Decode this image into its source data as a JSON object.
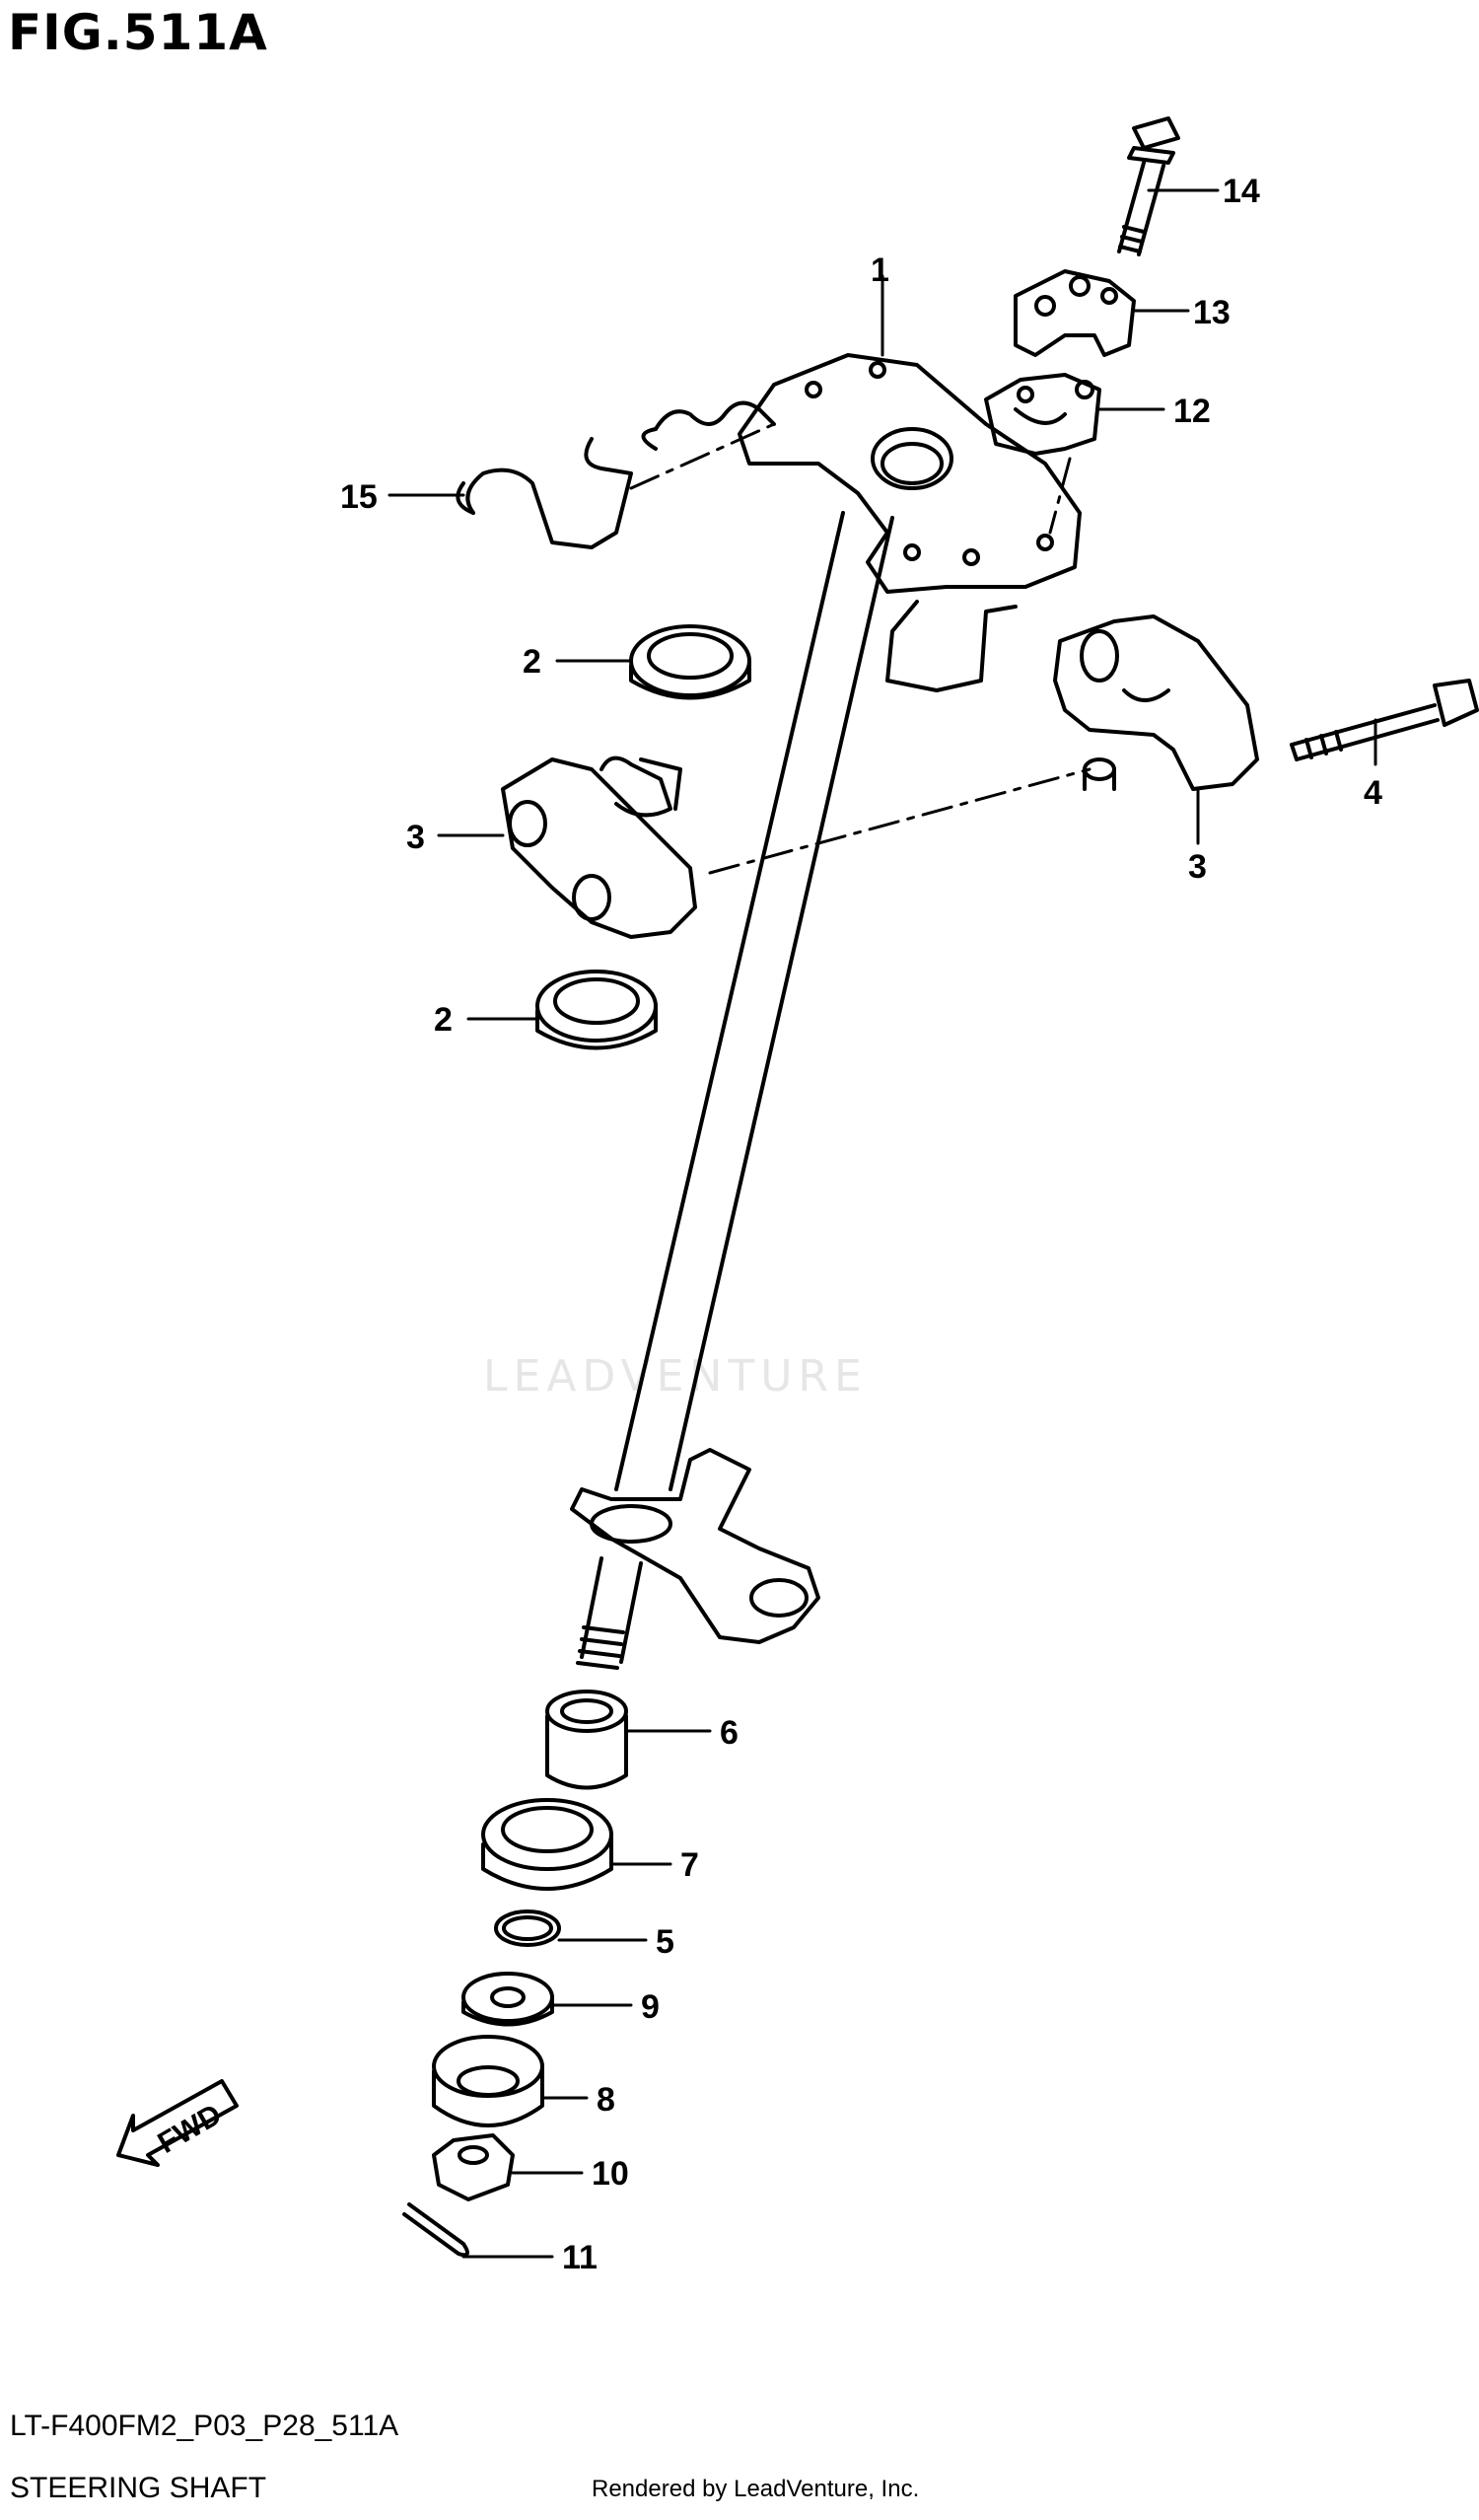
{
  "figure": {
    "title": "FIG.511A",
    "model_code": "LT-F400FM2_P03_P28_511A",
    "section": "STEERING SHAFT",
    "rendered_by": "Rendered by LeadVenture, Inc.",
    "watermark": "LEADVENTURE",
    "fwd_label": "FWD"
  },
  "callouts": [
    {
      "id": "c1",
      "label": "1"
    },
    {
      "id": "c14",
      "label": "14"
    },
    {
      "id": "c13",
      "label": "13"
    },
    {
      "id": "c12",
      "label": "12"
    },
    {
      "id": "c15",
      "label": "15"
    },
    {
      "id": "c2a",
      "label": "2"
    },
    {
      "id": "c4",
      "label": "4"
    },
    {
      "id": "c3a",
      "label": "3"
    },
    {
      "id": "c3b",
      "label": "3"
    },
    {
      "id": "c2b",
      "label": "2"
    },
    {
      "id": "c6",
      "label": "6"
    },
    {
      "id": "c7",
      "label": "7"
    },
    {
      "id": "c5",
      "label": "5"
    },
    {
      "id": "c9",
      "label": "9"
    },
    {
      "id": "c8",
      "label": "8"
    },
    {
      "id": "c10",
      "label": "10"
    },
    {
      "id": "c11",
      "label": "11"
    }
  ]
}
